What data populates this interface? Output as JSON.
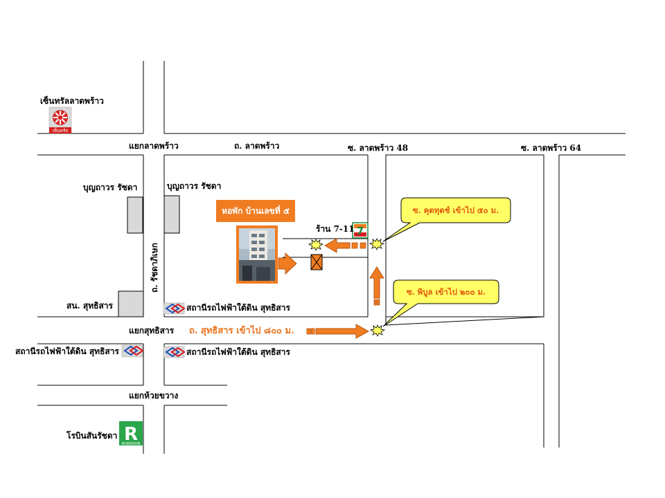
{
  "landmarks": {
    "central_ladprao": "เซ็นทรัลลาดพร้าว",
    "central_logo_text": "เซ็นทรัล",
    "bunthavorn_left": "บุญถาวร รัชดา",
    "bunthavorn_right": "บุญถาวร รัชดา",
    "dormitory": "หอพัก บ้านเลขที่ ๕",
    "seven_eleven": "ร้าน 7-11",
    "sutthisan_district_office": "สน. สุทธิสาร",
    "robinson_ratchada": "โรบินสันรัชดา",
    "robinson_logo_text": "ROBINSON"
  },
  "roads": {
    "ladprao_intersection": "แยกลาดพร้าว",
    "ladprao_road": "ถ. ลาดพร้าว",
    "soi_ladprao_48": "ซ. ลาดพร้าว 48",
    "soi_ladprao_64": "ซ. ลาดพร้าว 64",
    "ratchadaphisek_road": "ถ. รัชดาภิเษก",
    "sutthisan_intersection": "แยกสุทธิสาร",
    "sutthisan_road_note": "ถ. สุทธิสาร เข้าไป ๘๐๐ ม.",
    "huai_khwang_intersection": "แยกห้วยขวาง"
  },
  "stations": {
    "mrt_sutthisan_1": "สถานีรถไฟฟ้าใต้ดิน สุทธิสาร",
    "mrt_sutthisan_2": "สถานีรถไฟฟ้าใต้ดิน สุทธิสาร",
    "mrt_sutthisan_3": "สถานีรถไฟฟ้าใต้ดิน สุทธิสาร"
  },
  "callouts": {
    "soi_kutthakut": "ซ. คุตทุตช์ เข้าไป ๕๐ ม.",
    "soi_phibun": "ซ. พิบูล เข้าไป ๒๐๐ ม."
  },
  "colors": {
    "accent_orange": "#f07c22",
    "callout_fill": "#ffff66",
    "building_gray": "#d9d9d9",
    "mrt_blue": "#1f4fb3",
    "mrt_red": "#d62020",
    "seven_green": "#1b8a3a",
    "robinson_green": "#2ba64a"
  }
}
